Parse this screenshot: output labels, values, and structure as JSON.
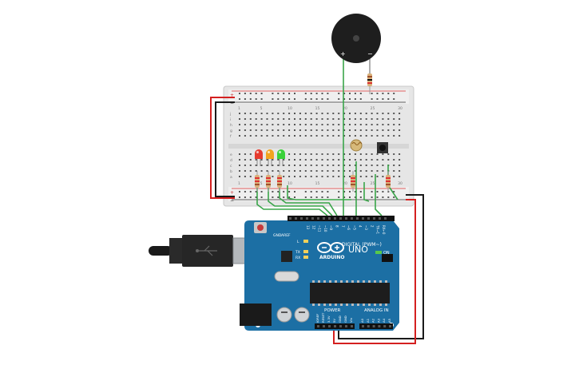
{
  "arduino": {
    "brand": "ARDUINO",
    "model": "UNO",
    "on_label": "ON",
    "digital_label": "DIGITAL (PWM~)",
    "power_label": "POWER",
    "analog_label": "ANALOG IN",
    "tx_label": "TX",
    "rx_label": "RX",
    "l_label": "L",
    "aref_label": "AREF",
    "gnd_label": "GND",
    "digital_pins": [
      "13",
      "12",
      "~11",
      "~10",
      "~9",
      "8",
      "7",
      "~6",
      "~5",
      "4",
      "~3",
      "2",
      "TX→1",
      "RX←0"
    ],
    "power_pins": [
      "IOREF",
      "RESET",
      "3.3V",
      "5V",
      "GND",
      "GND",
      "Vin"
    ],
    "analog_pins": [
      "A0",
      "A1",
      "A2",
      "A3",
      "A4",
      "A5"
    ]
  },
  "buzzer": {
    "plus_label": "+",
    "minus_label": "−"
  },
  "breadboard": {
    "col_numbers": [
      "1",
      "5",
      "10",
      "15",
      "20",
      "25",
      "30"
    ],
    "row_letters_top": [
      "j",
      "i",
      "h",
      "g",
      "f"
    ],
    "row_letters_bottom": [
      "e",
      "d",
      "c",
      "b",
      "a"
    ],
    "rail_plus": "+",
    "rail_minus": "−"
  },
  "leds": [
    {
      "color": "#e63b2e"
    },
    {
      "color": "#f2a41f"
    },
    {
      "color": "#3ad13a"
    }
  ],
  "colors": {
    "board_blue": "#1c6fa4",
    "breadboard": "#e8e8e8",
    "wire_green": "#3aa54a",
    "wire_red": "#d42020",
    "wire_black": "#1a1a1a"
  }
}
